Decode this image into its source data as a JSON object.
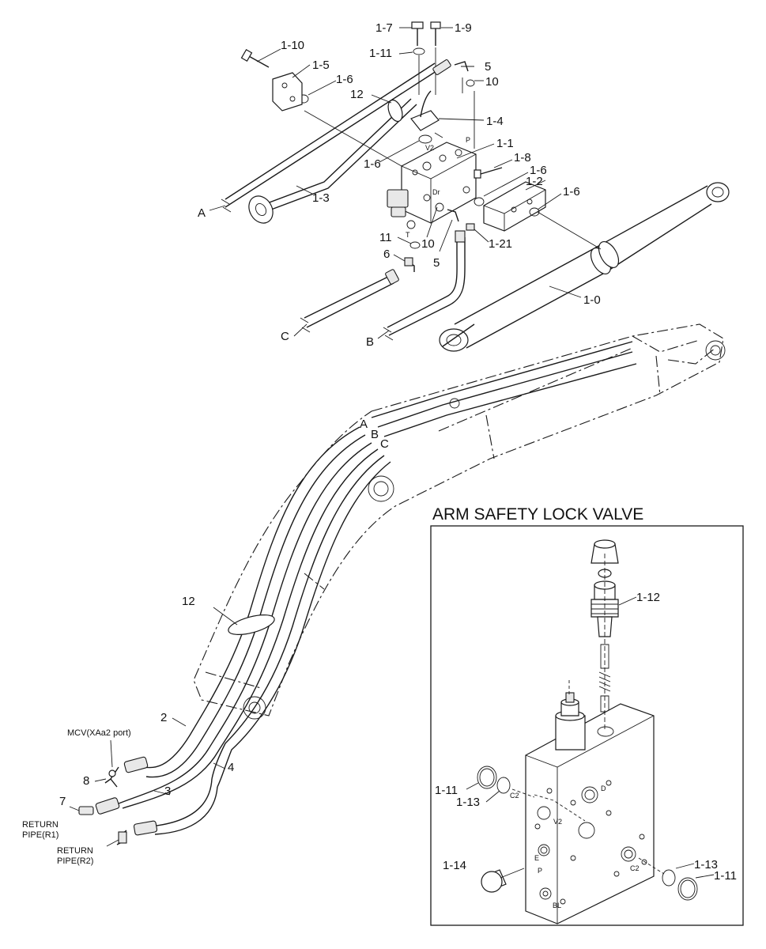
{
  "inset": {
    "title": "ARM SAFETY LOCK VALVE"
  },
  "labels": {
    "p1_7": "1-7",
    "p1_9": "1-9",
    "p1_10": "1-10",
    "p1_11": "1-11",
    "p5": "5",
    "p10": "10",
    "p1_5": "1-5",
    "p1_6a": "1-6",
    "p12": "12",
    "p1_4": "1-4",
    "p1_1": "1-1",
    "p1_6b": "1-6",
    "p1_8": "1-8",
    "p1_6c": "1-6",
    "p1_2": "1-2",
    "p1_6d": "1-6",
    "pA": "A",
    "p1_3": "1-3",
    "p11": "11",
    "p10b": "10",
    "p6": "6",
    "p5b": "5",
    "p1_21": "1-21",
    "p1_0": "1-0",
    "pC": "C",
    "pB": "B",
    "pA2": "A",
    "pB2": "B",
    "pC2": "C",
    "p12b": "12",
    "p2": "2",
    "p3": "3",
    "p4": "4",
    "p7": "7",
    "p8": "8",
    "mcv": "MCV(XAa2 port)",
    "ret1a": "RETURN",
    "ret1b": "PIPE(R1)",
    "ret2a": "RETURN",
    "ret2b": "PIPE(R2)",
    "i1_12": "1-12",
    "i1_11a": "1-11",
    "i1_13a": "1-13",
    "i1_14": "1-14",
    "i1_13b": "1-13",
    "i1_11b": "1-11"
  },
  "ports": {
    "v2": "V2",
    "p": "P",
    "t": "T",
    "dr": "Dr",
    "d": "D",
    "c2a": "C2",
    "v2b": "V2",
    "e": "E",
    "pp": "P",
    "c2b": "C2",
    "bl": "BL"
  }
}
